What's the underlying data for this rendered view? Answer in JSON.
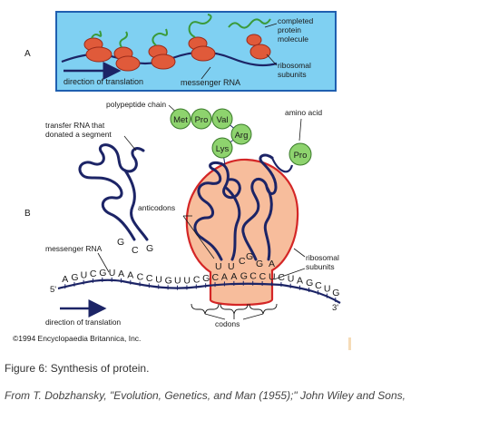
{
  "panel_a": {
    "label": "A",
    "completed_protein_molecule": "completed protein molecule",
    "completed_lines": [
      "completed",
      "protein",
      "molecule"
    ],
    "ribosomal_subunits": "ribosomal subunits",
    "ribosomal_lines": [
      "ribosomal",
      "subunits"
    ],
    "direction_of_translation": "direction of translation",
    "messenger_rna": "messenger RNA",
    "colors": {
      "background": "#7fd0f2",
      "border": "#1f5fb0",
      "ribosome": "#e05a3a",
      "protein": "#3a9a3a",
      "mrna": "#1c2466"
    }
  },
  "panel_b": {
    "label": "B",
    "polypeptide_chain": "polypeptide chain",
    "amino_acid": "amino acid",
    "transfer_rna_lines": [
      "transfer RNA that",
      "donated a segment"
    ],
    "anticodons": "anticodons",
    "messenger_rna": "messenger RNA",
    "ribosomal_subunits_lines": [
      "ribosomal",
      "subunits"
    ],
    "codons": "codons",
    "direction_of_translation": "direction of translation",
    "five_prime": "5'",
    "three_prime": "3'",
    "amino_acids_chain": [
      "Met",
      "Pro",
      "Val",
      "Arg",
      "Lys"
    ],
    "incoming_amino_acid": "Pro",
    "mrna_sequence": "AGUCGUAACCUGUUCGCAAGCCUCUAGCUG",
    "free_trna_anticodon": [
      "G",
      "C",
      "G"
    ],
    "anticodon_left": [
      "U",
      "U",
      "C"
    ],
    "anticodon_right": [
      "G",
      "G",
      "A"
    ],
    "copyright": "©1994 Encyclopaedia Britannica, Inc.",
    "colors": {
      "ribosome_fill": "#f7bd9c",
      "ribosome_border": "#d42626",
      "amino_acid": "#8ed36e",
      "trna": "#1c2466"
    }
  },
  "caption": "Figure 6: Synthesis of protein.",
  "citation": "From T. Dobzhansky, \"Evolution, Genetics, and Man (1955);\" John Wiley and Sons,"
}
